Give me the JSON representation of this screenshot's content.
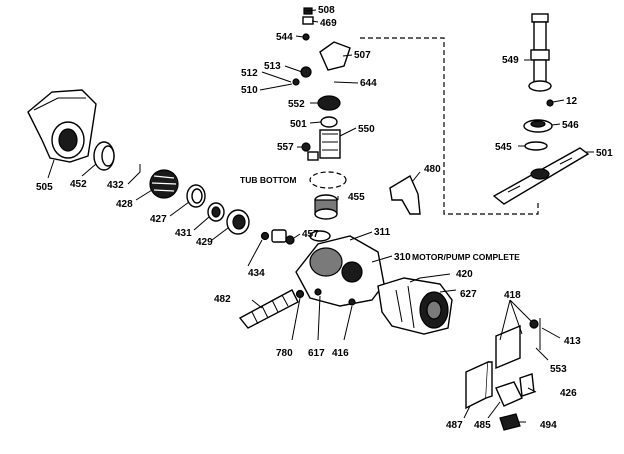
{
  "captions": {
    "tub_bottom": "TUB BOTTOM",
    "motor_pump_complete": "MOTOR/PUMP COMPLETE"
  },
  "part_numbers": [
    "508",
    "469",
    "544",
    "507",
    "513",
    "512",
    "510",
    "644",
    "552",
    "501",
    "550",
    "557",
    "549",
    "12",
    "546",
    "545",
    "501",
    "505",
    "452",
    "432",
    "428",
    "427",
    "431",
    "429",
    "434",
    "457",
    "455",
    "480",
    "311",
    "310",
    "420",
    "627",
    "482",
    "780",
    "617",
    "416",
    "418",
    "413",
    "553",
    "426",
    "487",
    "485",
    "494"
  ]
}
